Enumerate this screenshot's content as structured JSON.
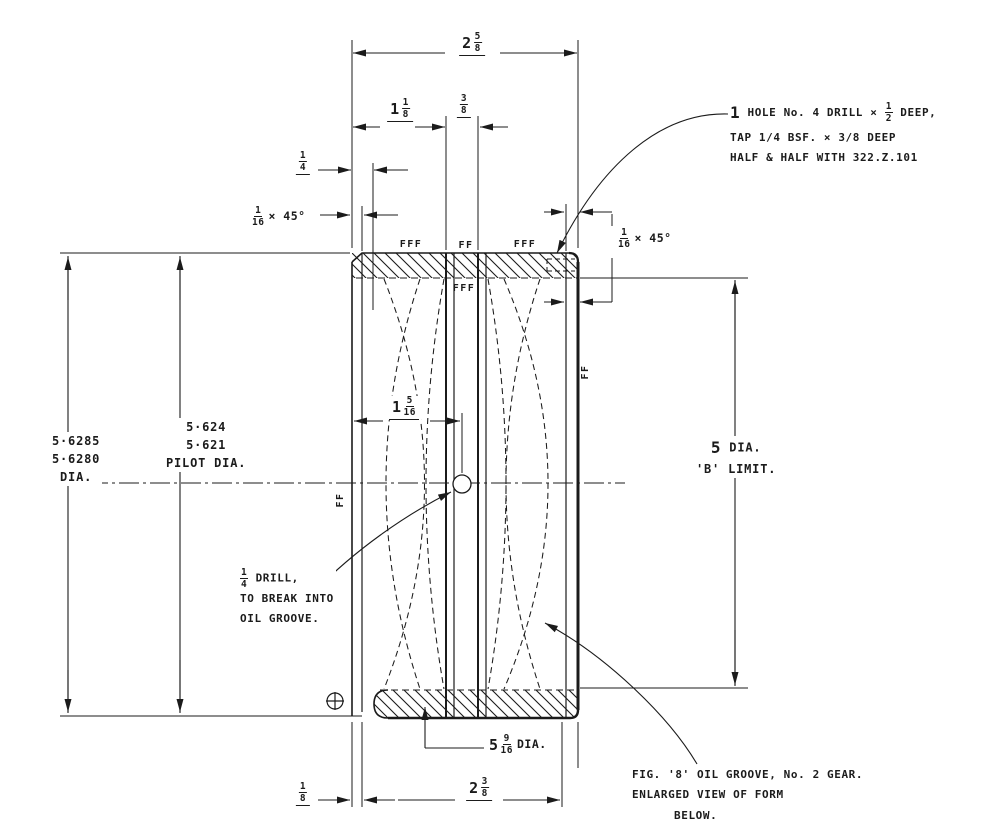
{
  "labels": {
    "dim_overall": {
      "whole": "2",
      "num": "5",
      "den": "8"
    },
    "dim_seg_left": {
      "whole": "1",
      "num": "1",
      "den": "8"
    },
    "dim_groove": {
      "num": "3",
      "den": "8"
    },
    "dim_quarter": {
      "num": "1",
      "den": "4"
    },
    "chamfer_left": {
      "num": "1",
      "den": "16",
      "suffix": "× 45°"
    },
    "chamfer_right": {
      "num": "1",
      "den": "16",
      "suffix": "× 45°"
    },
    "note_hole": {
      "line1_big": "1",
      "line1_pre": "HOLE No. 4 DRILL ×",
      "line1_num": "1",
      "line1_den": "2",
      "line1_post": "DEEP,",
      "line2": "TAP 1/4 BSF. × 3/8 DEEP",
      "line3": "HALF & HALF WITH 322.Z.101"
    },
    "dia_outer": {
      "line1": "5·6285",
      "line2": "5·6280",
      "line3": "DIA."
    },
    "dia_pilot": {
      "line1": "5·624",
      "line2": "5·621",
      "line3": "PILOT DIA."
    },
    "dia_b": {
      "value": "5",
      "unit": "DIA.",
      "line2": "'B' LIMIT."
    },
    "dim_hole_loc": {
      "whole": "1",
      "num": "5",
      "den": "16"
    },
    "note_drill": {
      "line1_num": "1",
      "line1_den": "4",
      "line1_post": "DRILL,",
      "line2": "TO BREAK INTO",
      "line3": "OIL GROOVE."
    },
    "dim_bottom_dia": {
      "whole": "5",
      "num": "9",
      "den": "16",
      "suffix": "DIA."
    },
    "dim_pilot_len": {
      "whole": "2",
      "num": "3",
      "den": "8"
    },
    "dim_lip": {
      "num": "1",
      "den": "8"
    },
    "note_fig8": {
      "line1": "FIG. '8' OIL GROOVE, No. 2 GEAR.",
      "line2": "ENLARGED VIEW OF FORM",
      "line3": "BELOW."
    },
    "finish": {
      "top_left": "FFF",
      "top_mid": "FF",
      "top_right": "FFF",
      "inner_top": "FFF",
      "right_od": "FF",
      "left_od": "FF"
    }
  }
}
